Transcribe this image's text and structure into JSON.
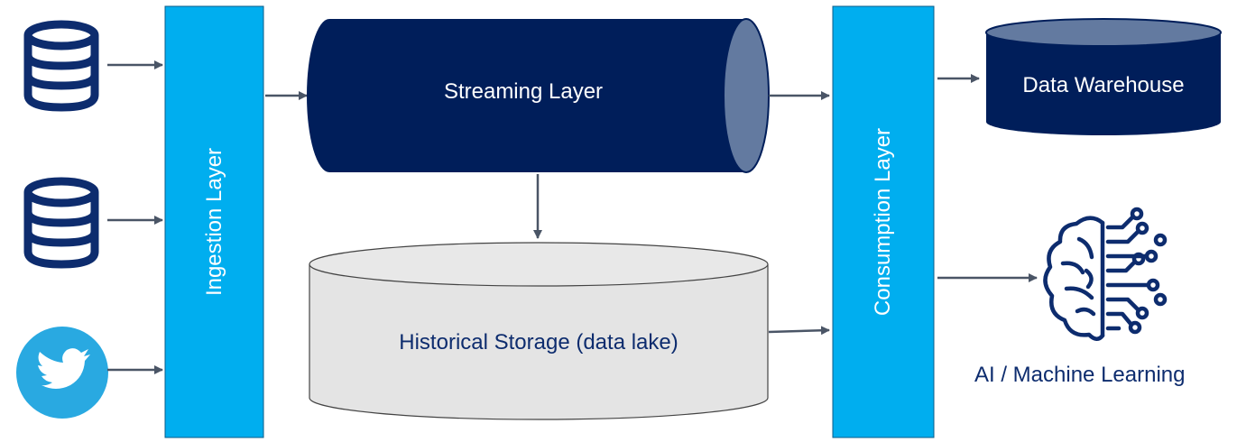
{
  "colors": {
    "layer_bar": "#00AEEF",
    "layer_bar_border": "#0A5C8A",
    "navy": "#001E5A",
    "navy_cap": "#637AA0",
    "lake_fill": "#E4E4E4",
    "lake_stroke": "#444444",
    "arrow": "#4A5566",
    "ai_text": "#0D2C6E"
  },
  "sources": [
    {
      "name": "database",
      "icon": "database-icon"
    },
    {
      "name": "database",
      "icon": "database-icon"
    },
    {
      "name": "twitter",
      "icon": "twitter-bird-icon"
    }
  ],
  "ingestion": {
    "label": "Ingestion Layer"
  },
  "streaming": {
    "label": "Streaming Layer"
  },
  "historical": {
    "label": "Historical Storage (data lake)"
  },
  "consumption": {
    "label": "Consumption Layer"
  },
  "warehouse": {
    "label": "Data Warehouse"
  },
  "ai": {
    "label": "AI / Machine Learning",
    "icon": "brain-circuit-icon"
  }
}
